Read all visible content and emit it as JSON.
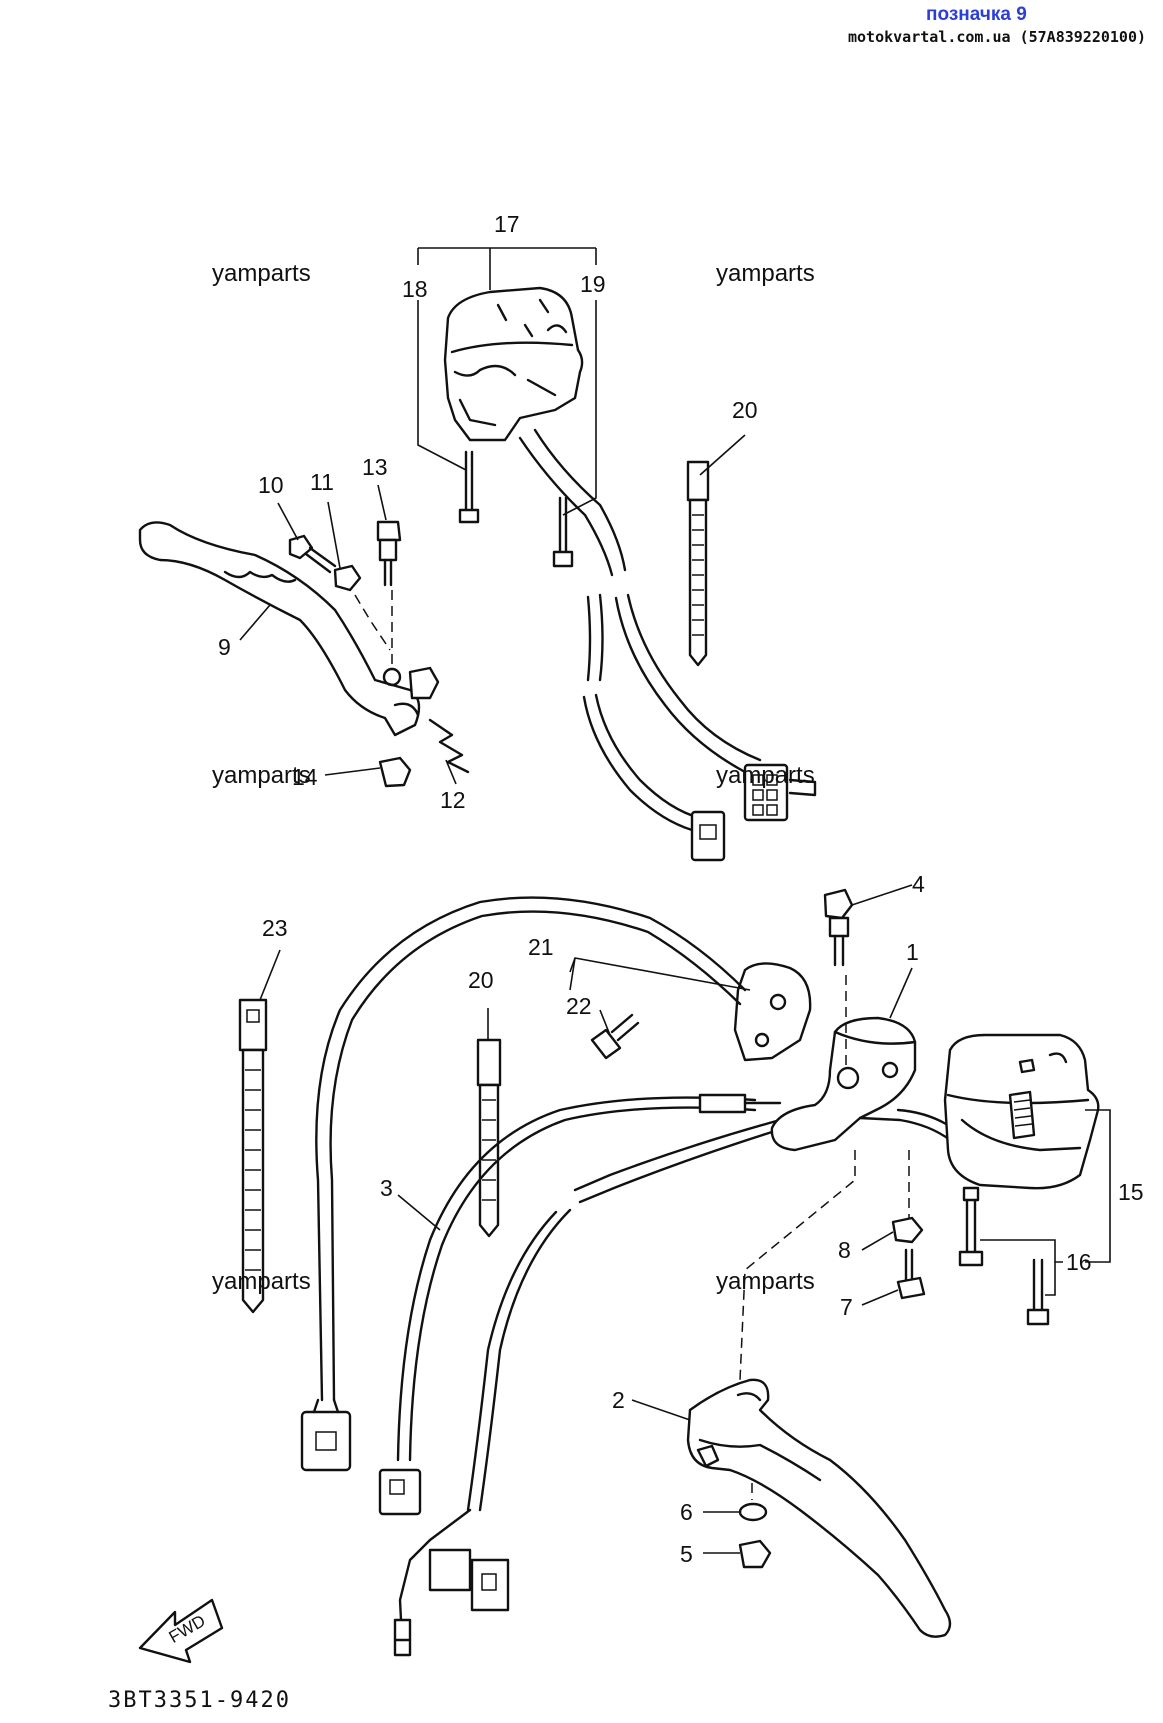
{
  "header": {
    "title": "позначка 9",
    "subtitle": "motokvartal.com.ua (57A839220100)"
  },
  "watermarks": [
    "yamparts",
    "yamparts",
    "yamparts",
    "yamparts",
    "yamparts",
    "yamparts"
  ],
  "diagram_code": "3BT3351-9420",
  "fwd_arrow_label": "FWD",
  "callouts": {
    "n1": "1",
    "n2": "2",
    "n3": "3",
    "n4": "4",
    "n5": "5",
    "n6": "6",
    "n7": "7",
    "n8": "8",
    "n9": "9",
    "n10": "10",
    "n11": "11",
    "n12": "12",
    "n13": "13",
    "n14": "14",
    "n15": "15",
    "n16": "16",
    "n17": "17",
    "n18": "18",
    "n19": "19",
    "n20a": "20",
    "n20b": "20",
    "n21": "21",
    "n22": "22",
    "n23": "23"
  }
}
